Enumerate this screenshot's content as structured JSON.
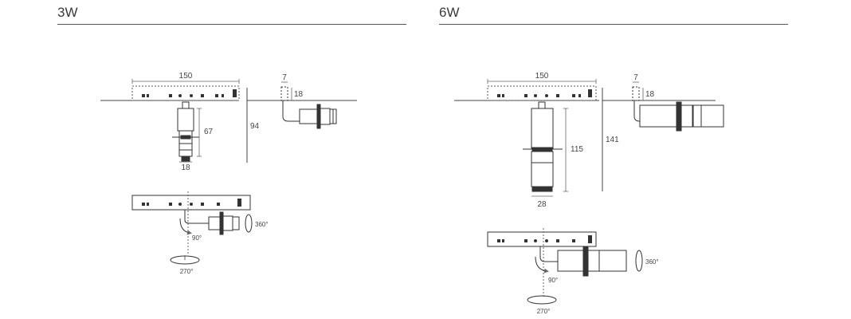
{
  "sections": [
    {
      "title": "3W",
      "dims": {
        "track_length": "150",
        "adapter_width": "7",
        "adapter_height": "18",
        "body_height": "67",
        "total_height": "94",
        "body_width": "18"
      },
      "rotation": {
        "vertical": "90°",
        "axial": "360°",
        "horizontal": "270°"
      }
    },
    {
      "title": "6W",
      "dims": {
        "track_length": "150",
        "adapter_width": "7",
        "adapter_height": "18",
        "body_height": "115",
        "total_height": "141",
        "body_width": "28"
      },
      "rotation": {
        "vertical": "90°",
        "axial": "360°",
        "horizontal": "270°"
      }
    }
  ]
}
